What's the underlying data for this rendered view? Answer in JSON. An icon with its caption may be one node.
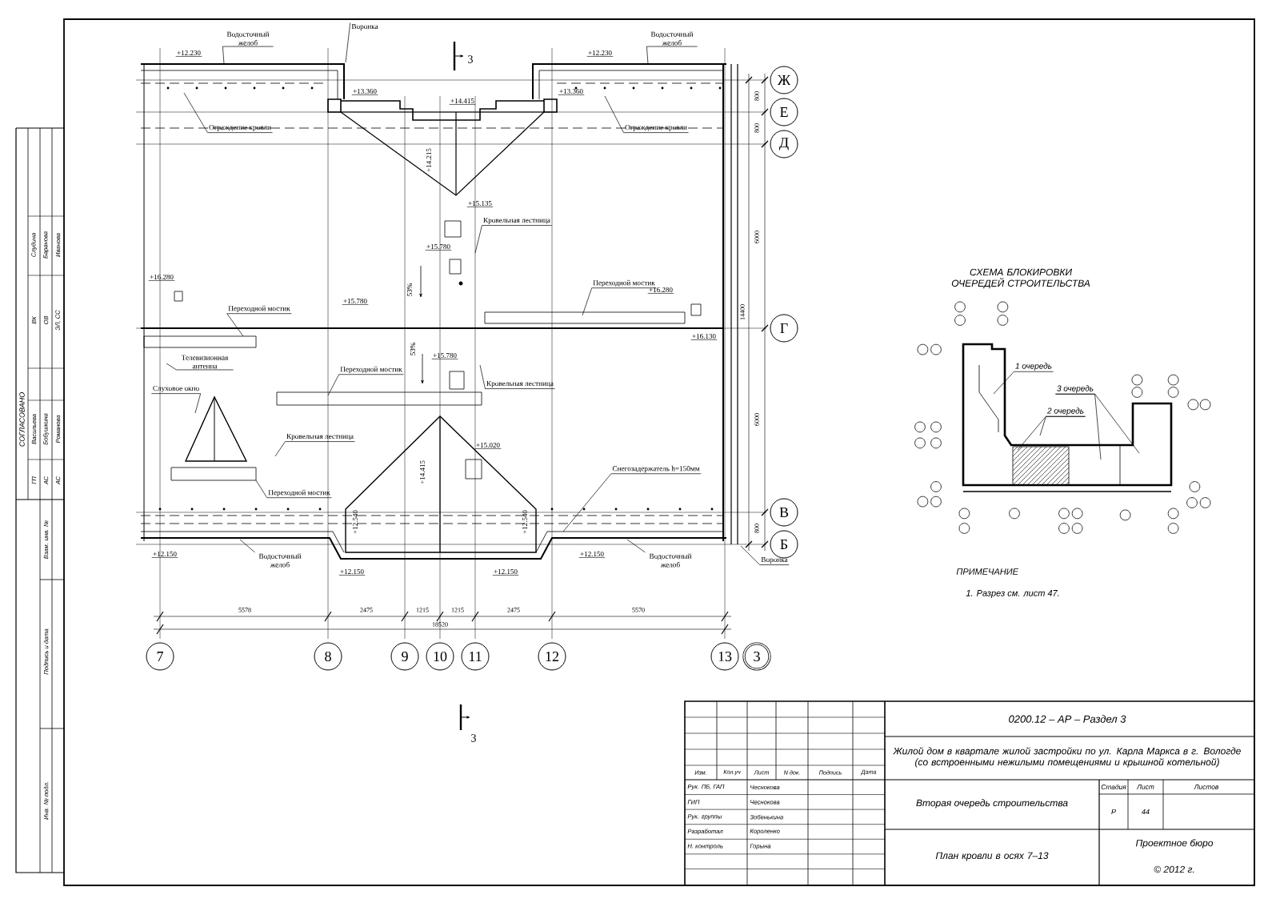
{
  "diagram": {
    "nodes": [
      {
        "text": [
          "Водосточный желоб"
        ]
      },
      {
        "text": [
          "Воронка"
        ]
      },
      {
        "text": [
          "Водосточный желоб"
        ]
      },
      {
        "text": [
          "Ограждение кровли"
        ]
      },
      {
        "text": [
          "Ограждение кровли"
        ]
      },
      {
        "text": [
          "Кровельная лестница"
        ]
      },
      {
        "text": [
          "Переходной мостик"
        ]
      },
      {
        "text": [
          "Переходной мостик"
        ]
      },
      {
        "text": [
          "Телевизионная антенна"
        ]
      },
      {
        "text": [
          "Слуховое окно"
        ]
      },
      {
        "text": [
          "Переходной мостик"
        ]
      },
      {
        "text": [
          "Кровельная лестница"
        ]
      },
      {
        "text": [
          "Кровельная лестница"
        ]
      },
      {
        "text": [
          "Переходной мостик"
        ]
      },
      {
        "text": [
          "Снегозадержатель h=150мм"
        ]
      },
      {
        "text": [
          "Водосточный желоб"
        ]
      },
      {
        "text": [
          "Водосточный желоб"
        ]
      },
      {
        "text": [
          "Воронка"
        ]
      },
      {
        "text": [
          "1 очередь"
        ]
      },
      {
        "text": [
          "2 очередь"
        ]
      },
      {
        "text": [
          "3 очередь"
        ]
      },
      {
        "text": [
          "7"
        ]
      },
      {
        "text": [
          "8"
        ]
      },
      {
        "text": [
          "9"
        ]
      },
      {
        "text": [
          "10"
        ]
      },
      {
        "text": [
          "11"
        ]
      },
      {
        "text": [
          "12"
        ]
      },
      {
        "text": [
          "13"
        ]
      },
      {
        "text": [
          "3"
        ]
      },
      {
        "text": [
          "Ж"
        ]
      },
      {
        "text": [
          "Е"
        ]
      },
      {
        "text": [
          "Д"
        ]
      },
      {
        "text": [
          "Г"
        ]
      },
      {
        "text": [
          "В"
        ]
      },
      {
        "text": [
          "Б"
        ]
      }
    ],
    "edges": [
      {
        "from": 0,
        "to": null,
        "arrow": "none"
      },
      {
        "from": 1,
        "to": null,
        "arrow": "none"
      },
      {
        "from": 2,
        "to": null,
        "arrow": "none"
      },
      {
        "from": 3,
        "to": null,
        "arrow": "none"
      },
      {
        "from": 4,
        "to": null,
        "arrow": "none"
      },
      {
        "from": 5,
        "to": null,
        "arrow": "none"
      },
      {
        "from": 6,
        "to": null,
        "arrow": "none"
      },
      {
        "from": 7,
        "to": null,
        "arrow": "none"
      },
      {
        "from": 8,
        "to": null,
        "arrow": "none"
      },
      {
        "from": 9,
        "to": null,
        "arrow": "none"
      },
      {
        "from": 10,
        "to": null,
        "arrow": "none"
      },
      {
        "from": 11,
        "to": null,
        "arrow": "none"
      },
      {
        "from": 12,
        "to": null,
        "arrow": "none"
      },
      {
        "from": 13,
        "to": null,
        "arrow": "none"
      },
      {
        "from": 14,
        "to": null,
        "arrow": "none"
      },
      {
        "from": 15,
        "to": null,
        "arrow": "none"
      },
      {
        "from": 16,
        "to": null,
        "arrow": "none"
      },
      {
        "from": 17,
        "to": null,
        "arrow": "none"
      },
      {
        "from": 18,
        "to": null,
        "arrow": "none"
      },
      {
        "from": 19,
        "to": null,
        "arrow": "none"
      },
      {
        "from": 19,
        "to": null,
        "arrow": "none"
      },
      {
        "from": 20,
        "to": null,
        "arrow": "none"
      },
      {
        "from": 20,
        "to": null,
        "arrow": "none"
      }
    ],
    "labels": [
      "+12.230",
      "+12.230",
      "+13.360",
      "+13.360",
      "+14.415",
      "+14.215",
      "+15.135",
      "+15.780",
      "53%",
      "+16.280",
      "+15.780",
      "+16.280",
      "+16.130",
      "53%",
      "+15.780",
      "+15.020",
      "+14.415",
      "+12.540",
      "+12.540",
      "+12.150",
      "+12.150",
      "+12.150",
      "+12.150",
      "3",
      "3",
      "5578",
      "2475",
      "1215",
      "1215",
      "2475",
      "5570",
      "18520",
      "800",
      "800",
      "6000",
      "14400",
      "6000",
      "800",
      "СХЕМА БЛОКИРОВКИ ОЧЕРЕДЕЙ СТРОИТЕЛЬСТВА",
      "ПРИМЕЧАНИЕ",
      "1. Разрез см. лист 47.",
      "0200.12 – АР – Раздел 3",
      "Жилой дом в квартале жилой застройки по ул. Карла Маркса в г. Вологде (со встроенными нежилыми помещениями и крышной котельной)",
      "Изм.",
      "Кол.уч",
      "Лист",
      "N док.",
      "Подпись",
      "Дата",
      "Рук. ПБ, ГАП",
      "Чеснокова",
      "ГИП",
      "Чеснокова",
      "Рук. группы",
      "Зобенькина",
      "Разработал",
      "Короленко",
      "Н. контроль",
      "Горына",
      "Вторая очередь строительства",
      "Стадия",
      "Лист",
      "Листов",
      "Р",
      "44",
      "План кровли в осях 7–13",
      "Проектное бюро",
      "© 2012 г.",
      "СОГЛАСОВАНО",
      "ГП",
      "Васильева",
      "АС",
      "Бобушкина",
      "АС",
      "Романова",
      "ВК",
      "Слудина",
      "ОВ",
      "Баранова",
      "ЭЛ, СС",
      "Иванова",
      "Взам. инв. №",
      "Подпись и дата",
      "Инв. № подл."
    ]
  }
}
